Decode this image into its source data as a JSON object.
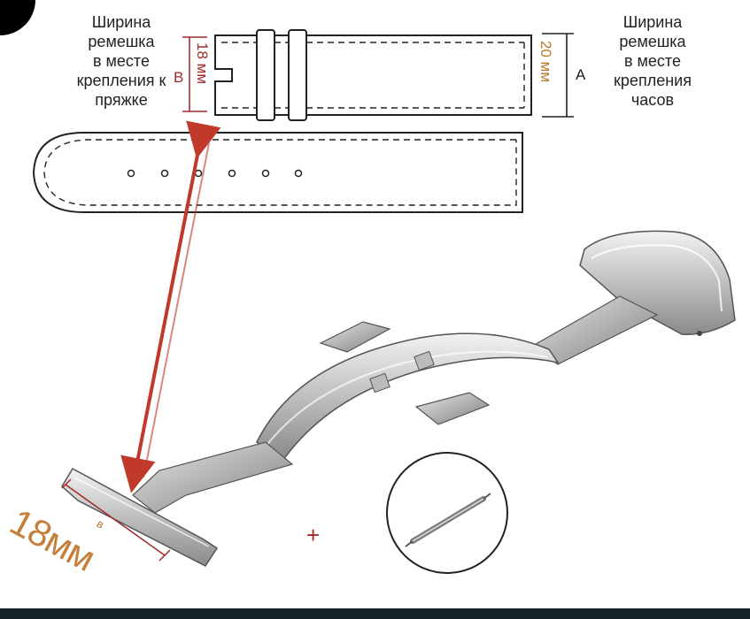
{
  "labels": {
    "left_caption": "Ширина\nремешка\nв месте\nкрепления к\nпряжке",
    "right_caption": "Ширина\nремешка\nв месте\nкрепления\nчасов",
    "letter_b": "В",
    "letter_a": "А",
    "width_18": "18 мм",
    "width_20": "20 мм",
    "clasp_width": "18мм",
    "clasp_b": "в",
    "plus": "+"
  },
  "colors": {
    "red": "#a12a2a",
    "orange": "#c4803a",
    "line": "#222222",
    "metal": "#c9c9c9"
  }
}
